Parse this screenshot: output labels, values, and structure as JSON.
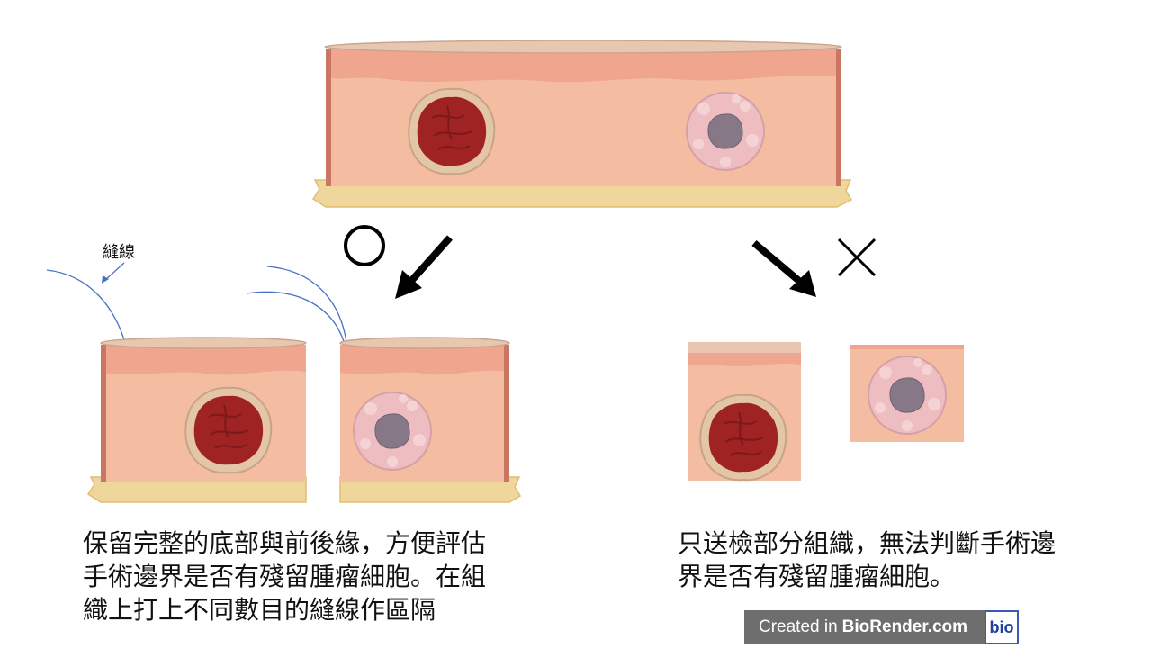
{
  "symbols": {
    "correct": "○",
    "incorrect": "✕"
  },
  "labels": {
    "suture": "縫線"
  },
  "captions": {
    "left": [
      "保留完整的底部與前後緣，方便評估",
      "手術邊界是否有殘留腫瘤細胞。在組",
      "織上打上不同數目的縫線作區隔"
    ],
    "right": [
      "只送檢部分組織，無法判斷手術邊",
      "界是否有殘留腫瘤細胞。"
    ]
  },
  "badge": {
    "prefix": "Created in",
    "brand": "BioRender.com",
    "logo": "bio"
  },
  "colors": {
    "skin_surface": "#e8c7b1",
    "epidermis": "#f0a58e",
    "dermis": "#f4bca1",
    "fat": "#efd69a",
    "tumor_red": "#a52a2a",
    "tumor_pink": "#ecb9bd",
    "tumor_core": "#867887",
    "arrow": "#000000",
    "suture_line": "#4a72c4"
  }
}
